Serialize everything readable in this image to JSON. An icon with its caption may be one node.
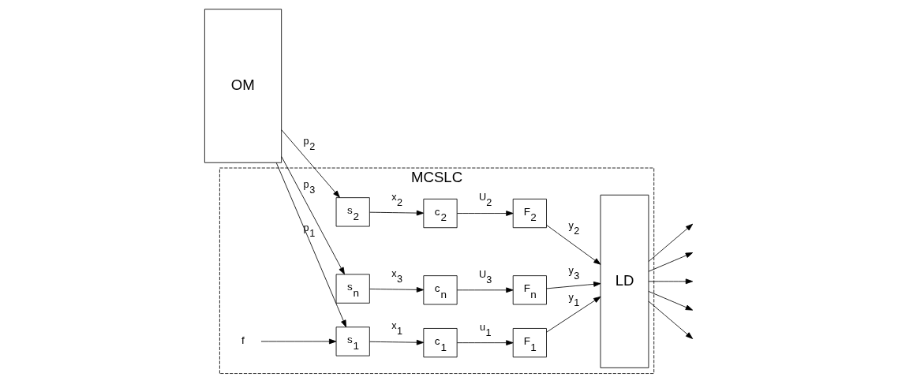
{
  "diagram": {
    "nodes": [
      {
        "text": [
          "OM"
        ]
      },
      {
        "text": [
          "MCSLC"
        ]
      },
      {
        "text": [
          "f"
        ],
        "in": 1
      },
      {
        "text": [
          "s$_{1}$"
        ],
        "in": 1
      },
      {
        "text": [
          "c$_{1}$"
        ],
        "in": 1
      },
      {
        "text": [
          "F$_{1}$"
        ],
        "in": 1
      },
      {
        "text": [
          "s$_{2}$"
        ],
        "in": 1
      },
      {
        "text": [
          "c$_{2}$"
        ],
        "in": 1
      },
      {
        "text": [
          "F$_{2}$"
        ],
        "in": 1
      },
      {
        "text": [
          "s$_{n}$"
        ],
        "in": 1
      },
      {
        "text": [
          "c$_{n}$"
        ],
        "in": 1
      },
      {
        "text": [
          "F$_{n}$"
        ],
        "in": 1
      },
      {
        "text": [
          "LD"
        ],
        "in": 1
      }
    ],
    "edges": [
      {
        "from": 2,
        "to": 3,
        "arrow": "to"
      },
      {
        "from": 0,
        "to": 3,
        "arrow": "to",
        "label": "p$_{1}$"
      },
      {
        "from": 3,
        "to": 4,
        "arrow": "to",
        "label": "x$_{1}$"
      },
      {
        "from": 4,
        "to": 5,
        "arrow": "to",
        "label": "u$_{1}$"
      },
      {
        "from": 5,
        "to": 12,
        "arrow": "to",
        "label": "y$_{1}$"
      },
      {
        "from": 0,
        "to": 6,
        "arrow": "to",
        "label": "p$_{2}$"
      },
      {
        "from": 6,
        "to": 7,
        "arrow": "to",
        "label": "x$_{2}$"
      },
      {
        "from": 7,
        "to": 8,
        "arrow": "to",
        "label": "U$_{2}$"
      },
      {
        "from": 8,
        "to": 12,
        "arrow": "to",
        "label": "y$_{2}$"
      },
      {
        "from": 0,
        "to": 9,
        "arrow": "to",
        "label": "p$_{3}$"
      },
      {
        "from": 9,
        "to": 10,
        "arrow": "to",
        "label": "x$_{3}$"
      },
      {
        "from": 10,
        "to": 11,
        "arrow": "to",
        "label": "U$_{3}$"
      },
      {
        "from": 11,
        "to": 12,
        "arrow": "to",
        "label": "y$_{3}$"
      },
      {
        "from": 12,
        "to": null,
        "arrow": "to"
      },
      {
        "from": 12,
        "to": null,
        "arrow": "to"
      },
      {
        "from": 12,
        "to": null,
        "arrow": "to"
      },
      {
        "from": 12,
        "to": null,
        "arrow": "to"
      },
      {
        "from": 12,
        "to": null,
        "arrow": "to"
      }
    ]
  }
}
